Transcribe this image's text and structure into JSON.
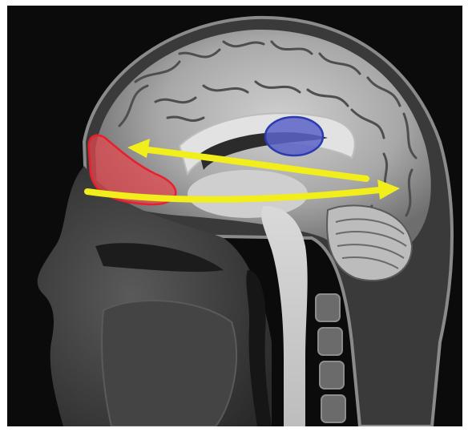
{
  "image": {
    "kind": "sagittal brain MRI with overlays",
    "overlays": [
      {
        "shape": "red highlighted region",
        "color": "#e8484f"
      },
      {
        "shape": "blue ellipse",
        "color": "#5a63c8"
      },
      {
        "shape": "yellow arrow pointing left (upper)",
        "color": "#f2ee1c"
      },
      {
        "shape": "yellow arrow pointing right (lower)",
        "color": "#f2ee1c"
      }
    ]
  },
  "colors": {
    "background": "#0a0a0a",
    "brain_gray": "#9a9a9a",
    "white_matter": "#d8d8d8",
    "red_region": "#e8484f",
    "blue_region": "#5a63c8",
    "arrow_yellow": "#f2ee1c"
  }
}
